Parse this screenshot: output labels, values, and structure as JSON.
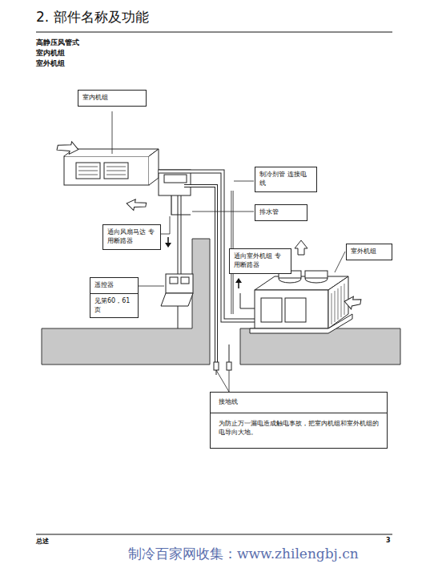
{
  "diagram": {
    "title": "2. 部件名称及功能",
    "nodes": [
      {
        "text": [
          "室内机组"
        ]
      },
      {
        "text": [
          "制冷剂管 连接电线"
        ]
      },
      {
        "text": [
          "排水管"
        ]
      },
      {
        "text": [
          "通向风扇马达 专用断路器"
        ]
      },
      {
        "text": [
          "遥控器",
          "见第60，61页"
        ]
      },
      {
        "text": [
          "通向室外机组 专用断路器"
        ]
      },
      {
        "text": [
          "室外机组"
        ]
      },
      {
        "text": [
          "接地线",
          "为防止万一漏电造成触电事故，把室内机组和室外机组的电导向大地。"
        ]
      }
    ],
    "labels": [
      "高静压风管式",
      "室内机组",
      "室外机组",
      "总述",
      "3",
      "制冷百家网收集：www.zhilengbj.cn"
    ]
  }
}
